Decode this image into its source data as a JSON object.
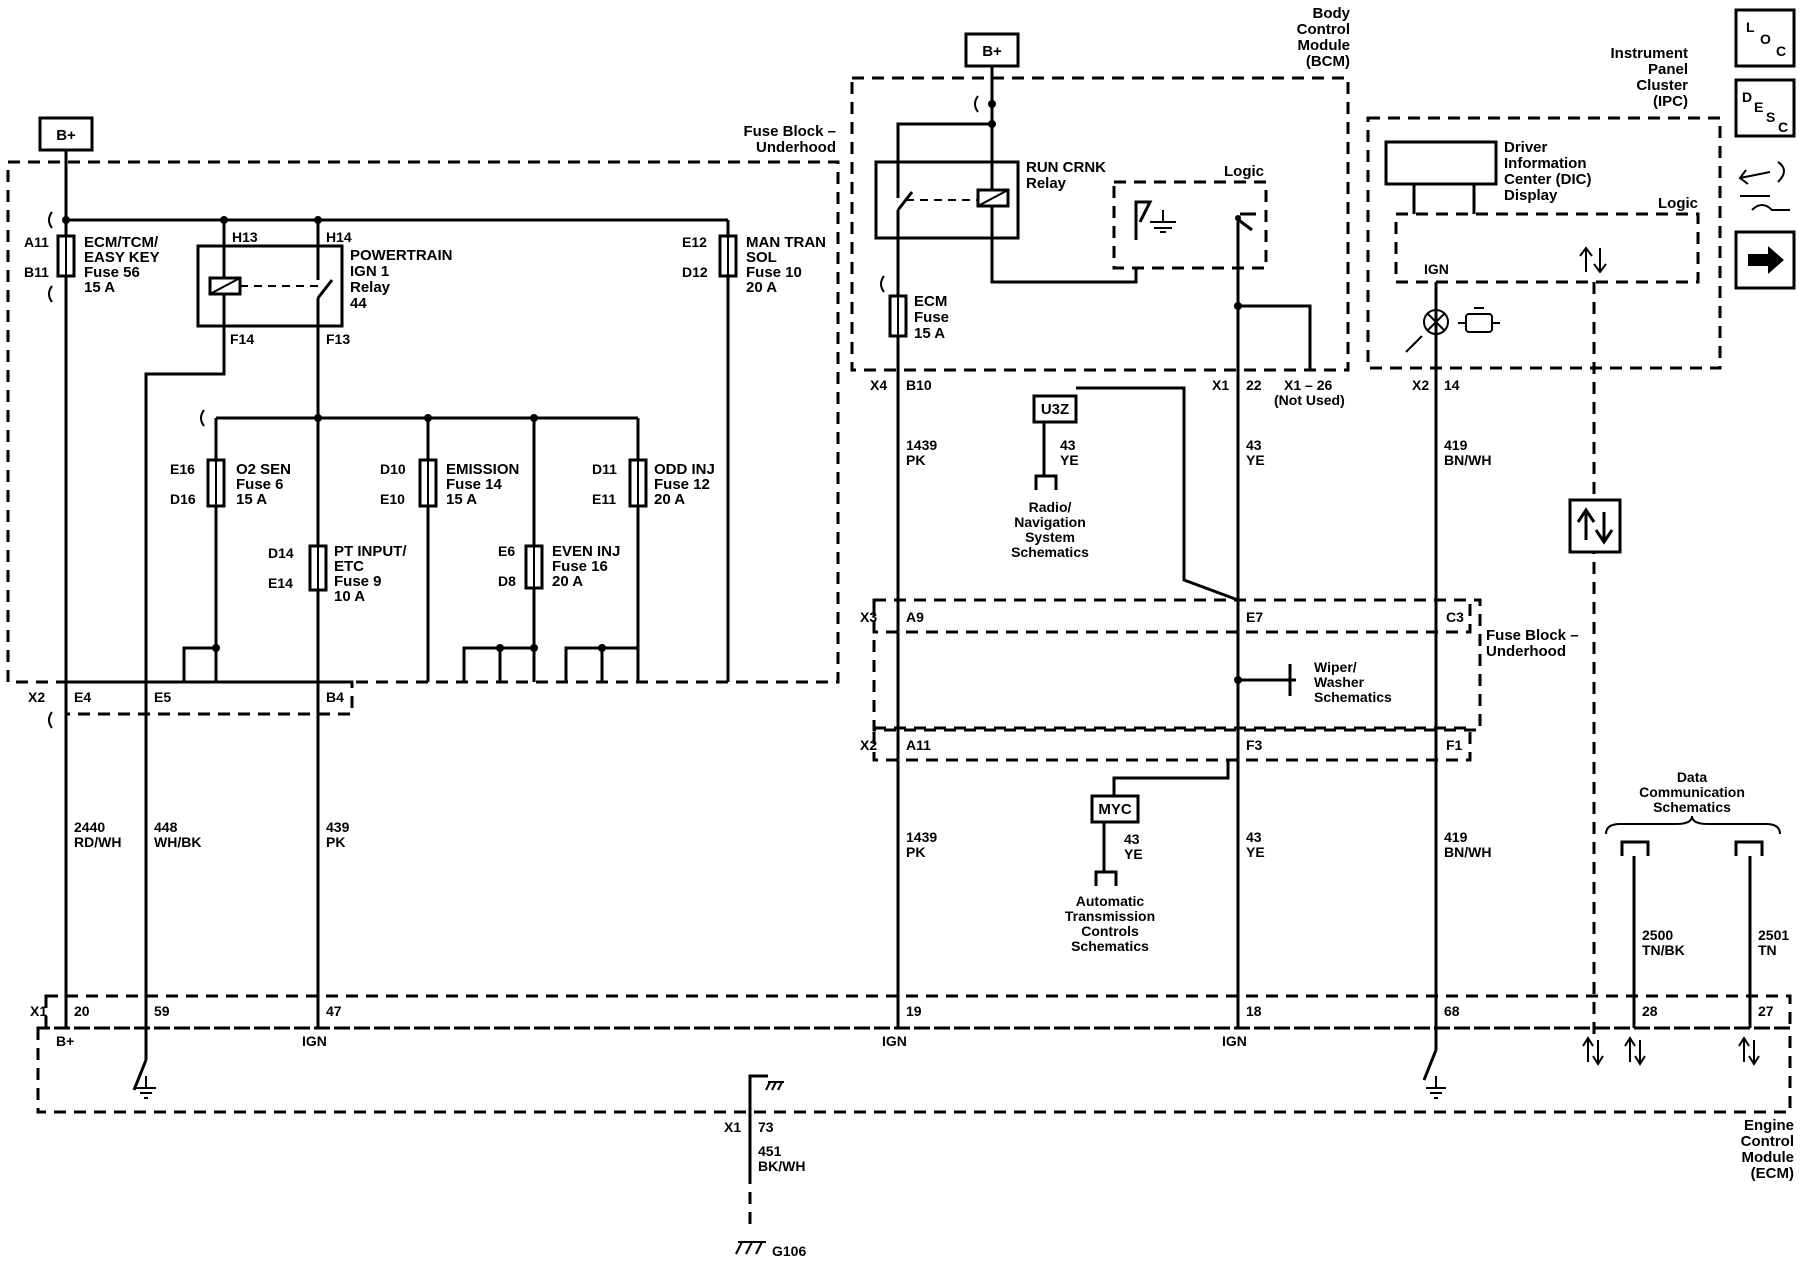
{
  "supply": {
    "bplus_left": "B+",
    "bplus_bcm": "B+"
  },
  "fuse_block_top": {
    "title_1": "Fuse Block –",
    "title_2": "Underhood"
  },
  "fuse_block_mid": {
    "title_1": "Fuse Block –",
    "title_2": "Underhood"
  },
  "bcm": {
    "title_1": "Body",
    "title_2": "Control",
    "title_3": "Module",
    "title_4": "(BCM)",
    "logic": "Logic"
  },
  "ipc": {
    "title_1": "Instrument",
    "title_2": "Panel",
    "title_3": "Cluster",
    "title_4": "(IPC)",
    "logic": "Logic",
    "ign": "IGN"
  },
  "dic": {
    "l1": "Driver",
    "l2": "Information",
    "l3": "Center (DIC)",
    "l4": "Display"
  },
  "ecm_module": {
    "t1": "Engine",
    "t2": "Control",
    "t3": "Module",
    "t4": "(ECM)"
  },
  "fuses": {
    "f56": {
      "pin_top": "A11",
      "pin_bot": "B11",
      "l1": "ECM/TCM/",
      "l2": "EASY KEY",
      "l3": "Fuse 56",
      "l4": "15 A"
    },
    "f10": {
      "pin_top": "E12",
      "pin_bot": "D12",
      "l1": "MAN TRAN",
      "l2": "SOL",
      "l3": "Fuse 10",
      "l4": "20 A"
    },
    "f6": {
      "pin_top": "E16",
      "pin_bot": "D16",
      "l1": "O2 SEN",
      "l2": "Fuse 6",
      "l3": "15 A"
    },
    "f14": {
      "pin_top": "D10",
      "pin_bot": "E10",
      "l1": "EMISSION",
      "l2": "Fuse 14",
      "l3": "15 A"
    },
    "f12": {
      "pin_top": "D11",
      "pin_bot": "E11",
      "l1": "ODD INJ",
      "l2": "Fuse 12",
      "l3": "20 A"
    },
    "f9": {
      "pin_top": "D14",
      "pin_bot": "E14",
      "l1": "PT INPUT/",
      "l2": "ETC",
      "l3": "Fuse 9",
      "l4": "10 A"
    },
    "f16": {
      "pin_top": "E6",
      "pin_bot": "D8",
      "l1": "EVEN INJ",
      "l2": "Fuse 16",
      "l3": "20 A"
    },
    "ecm": {
      "l1": "ECM",
      "l2": "Fuse",
      "l3": "15 A"
    }
  },
  "relays": {
    "pt": {
      "pin_h13": "H13",
      "pin_h14": "H14",
      "pin_f14": "F14",
      "pin_f13": "F13",
      "l1": "POWERTRAIN",
      "l2": "IGN 1",
      "l3": "Relay",
      "l4": "44"
    },
    "run": {
      "l1": "RUN CRNK",
      "l2": "Relay"
    }
  },
  "connectors": {
    "x2_left": {
      "name": "X2",
      "p1": "E4",
      "p2": "E5",
      "p3": "B4"
    },
    "x4": {
      "name": "X4",
      "pin": "B10"
    },
    "x1_bcm": {
      "name": "X1",
      "pin": "22",
      "unused": "X1 – 26",
      "unused2": "(Not Used)"
    },
    "x2_ipc": {
      "name": "X2",
      "pin": "14"
    },
    "x3": {
      "name": "X3",
      "p1": "A9",
      "p2": "E7",
      "p3": "C3"
    },
    "x2_mid": {
      "name": "X2",
      "p1": "A11",
      "p2": "F3",
      "p3": "F1"
    },
    "x1_ecm": {
      "name": "X1",
      "p20": "20",
      "p59": "59",
      "p47": "47",
      "p19": "19",
      "p18": "18",
      "p68": "68",
      "p28": "28",
      "p27": "27"
    },
    "x1_gnd": {
      "name": "X1",
      "pin": "73"
    }
  },
  "ecm_labels": {
    "bplus": "B+",
    "ign1": "IGN",
    "ign2": "IGN",
    "ign3": "IGN"
  },
  "wires": {
    "w2440": {
      "num": "2440",
      "color": "RD/WH"
    },
    "w448": {
      "num": "448",
      "color": "WH/BK"
    },
    "w439": {
      "num": "439",
      "color": "PK"
    },
    "w1439a": {
      "num": "1439",
      "color": "PK"
    },
    "w1439b": {
      "num": "1439",
      "color": "PK"
    },
    "w43a": {
      "num": "43",
      "color": "YE"
    },
    "w43b": {
      "num": "43",
      "color": "YE"
    },
    "w43c": {
      "num": "43",
      "color": "YE"
    },
    "w43d": {
      "num": "43",
      "color": "YE"
    },
    "w419a": {
      "num": "419",
      "color": "BN/WH"
    },
    "w419b": {
      "num": "419",
      "color": "BN/WH"
    },
    "w2500": {
      "num": "2500",
      "color": "TN/BK"
    },
    "w2501": {
      "num": "2501",
      "color": "TN"
    },
    "w451": {
      "num": "451",
      "color": "BK/WH"
    }
  },
  "options": {
    "u3z": "U3Z",
    "myc": "MYC"
  },
  "refs": {
    "radio": {
      "l1": "Radio/",
      "l2": "Navigation",
      "l3": "System",
      "l4": "Schematics"
    },
    "atc": {
      "l1": "Automatic",
      "l2": "Transmission",
      "l3": "Controls",
      "l4": "Schematics"
    },
    "wiper": {
      "l1": "Wiper/",
      "l2": "Washer",
      "l3": "Schematics"
    },
    "data": {
      "l1": "Data",
      "l2": "Communication",
      "l3": "Schematics"
    }
  },
  "ground": {
    "name": "G106"
  },
  "icons": {
    "loc": "L O C",
    "desc": "D E S C"
  }
}
